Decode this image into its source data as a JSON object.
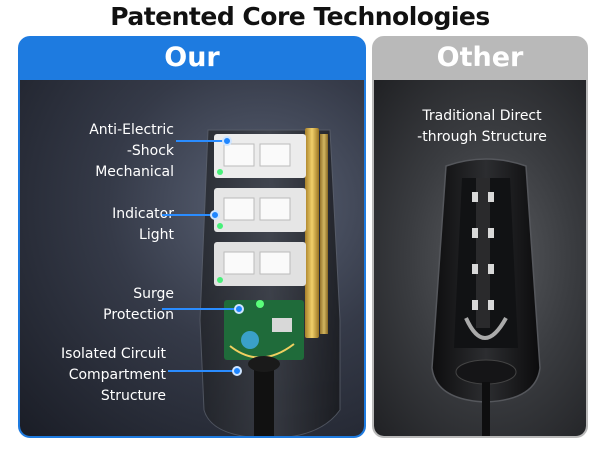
{
  "title": "Patented Core Technologies",
  "our": {
    "header": "Our",
    "callouts": [
      {
        "lines": [
          "Anti-Electric",
          "-Shock",
          "Mechanical"
        ]
      },
      {
        "lines": [
          "Indicator",
          "Light"
        ]
      },
      {
        "lines": [
          "Surge",
          "Protection"
        ]
      },
      {
        "lines": [
          "Isolated Circuit",
          "Compartment",
          "Structure"
        ]
      }
    ]
  },
  "other": {
    "header": "Other",
    "label_lines": [
      "Traditional Direct",
      "-through Structure"
    ]
  },
  "colors": {
    "accent_blue": "#1e7be0",
    "other_gray": "#b9b9b9"
  }
}
